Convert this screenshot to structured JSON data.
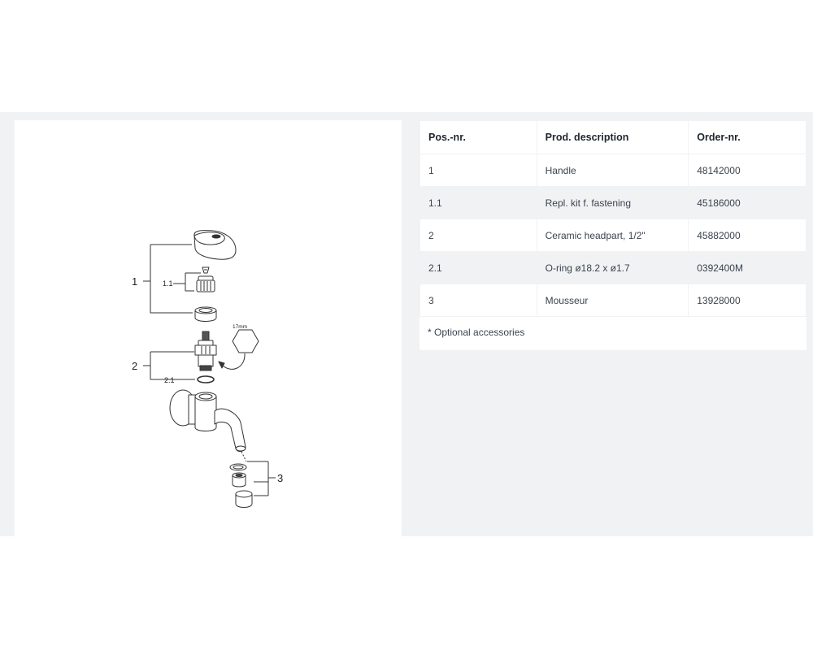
{
  "diagram": {
    "labels": {
      "pos_1": "1",
      "pos_1_1": "1.1",
      "pos_2": "2",
      "pos_2_1": "2.1",
      "pos_3": "3",
      "spanner_size": "17mm"
    }
  },
  "table": {
    "headers": [
      "Pos.-nr.",
      "Prod. description",
      "Order-nr."
    ],
    "rows": [
      [
        "1",
        "Handle",
        "48142000"
      ],
      [
        "1.1",
        "Repl. kit f. fastening",
        "45186000"
      ],
      [
        "2",
        "Ceramic headpart, 1/2\"",
        "45882000"
      ],
      [
        "2.1",
        "O-ring ø18.2 x ø1.7",
        "0392400M"
      ],
      [
        "3",
        "Mousseur",
        "13928000"
      ]
    ],
    "footnote": "* Optional accessories"
  }
}
